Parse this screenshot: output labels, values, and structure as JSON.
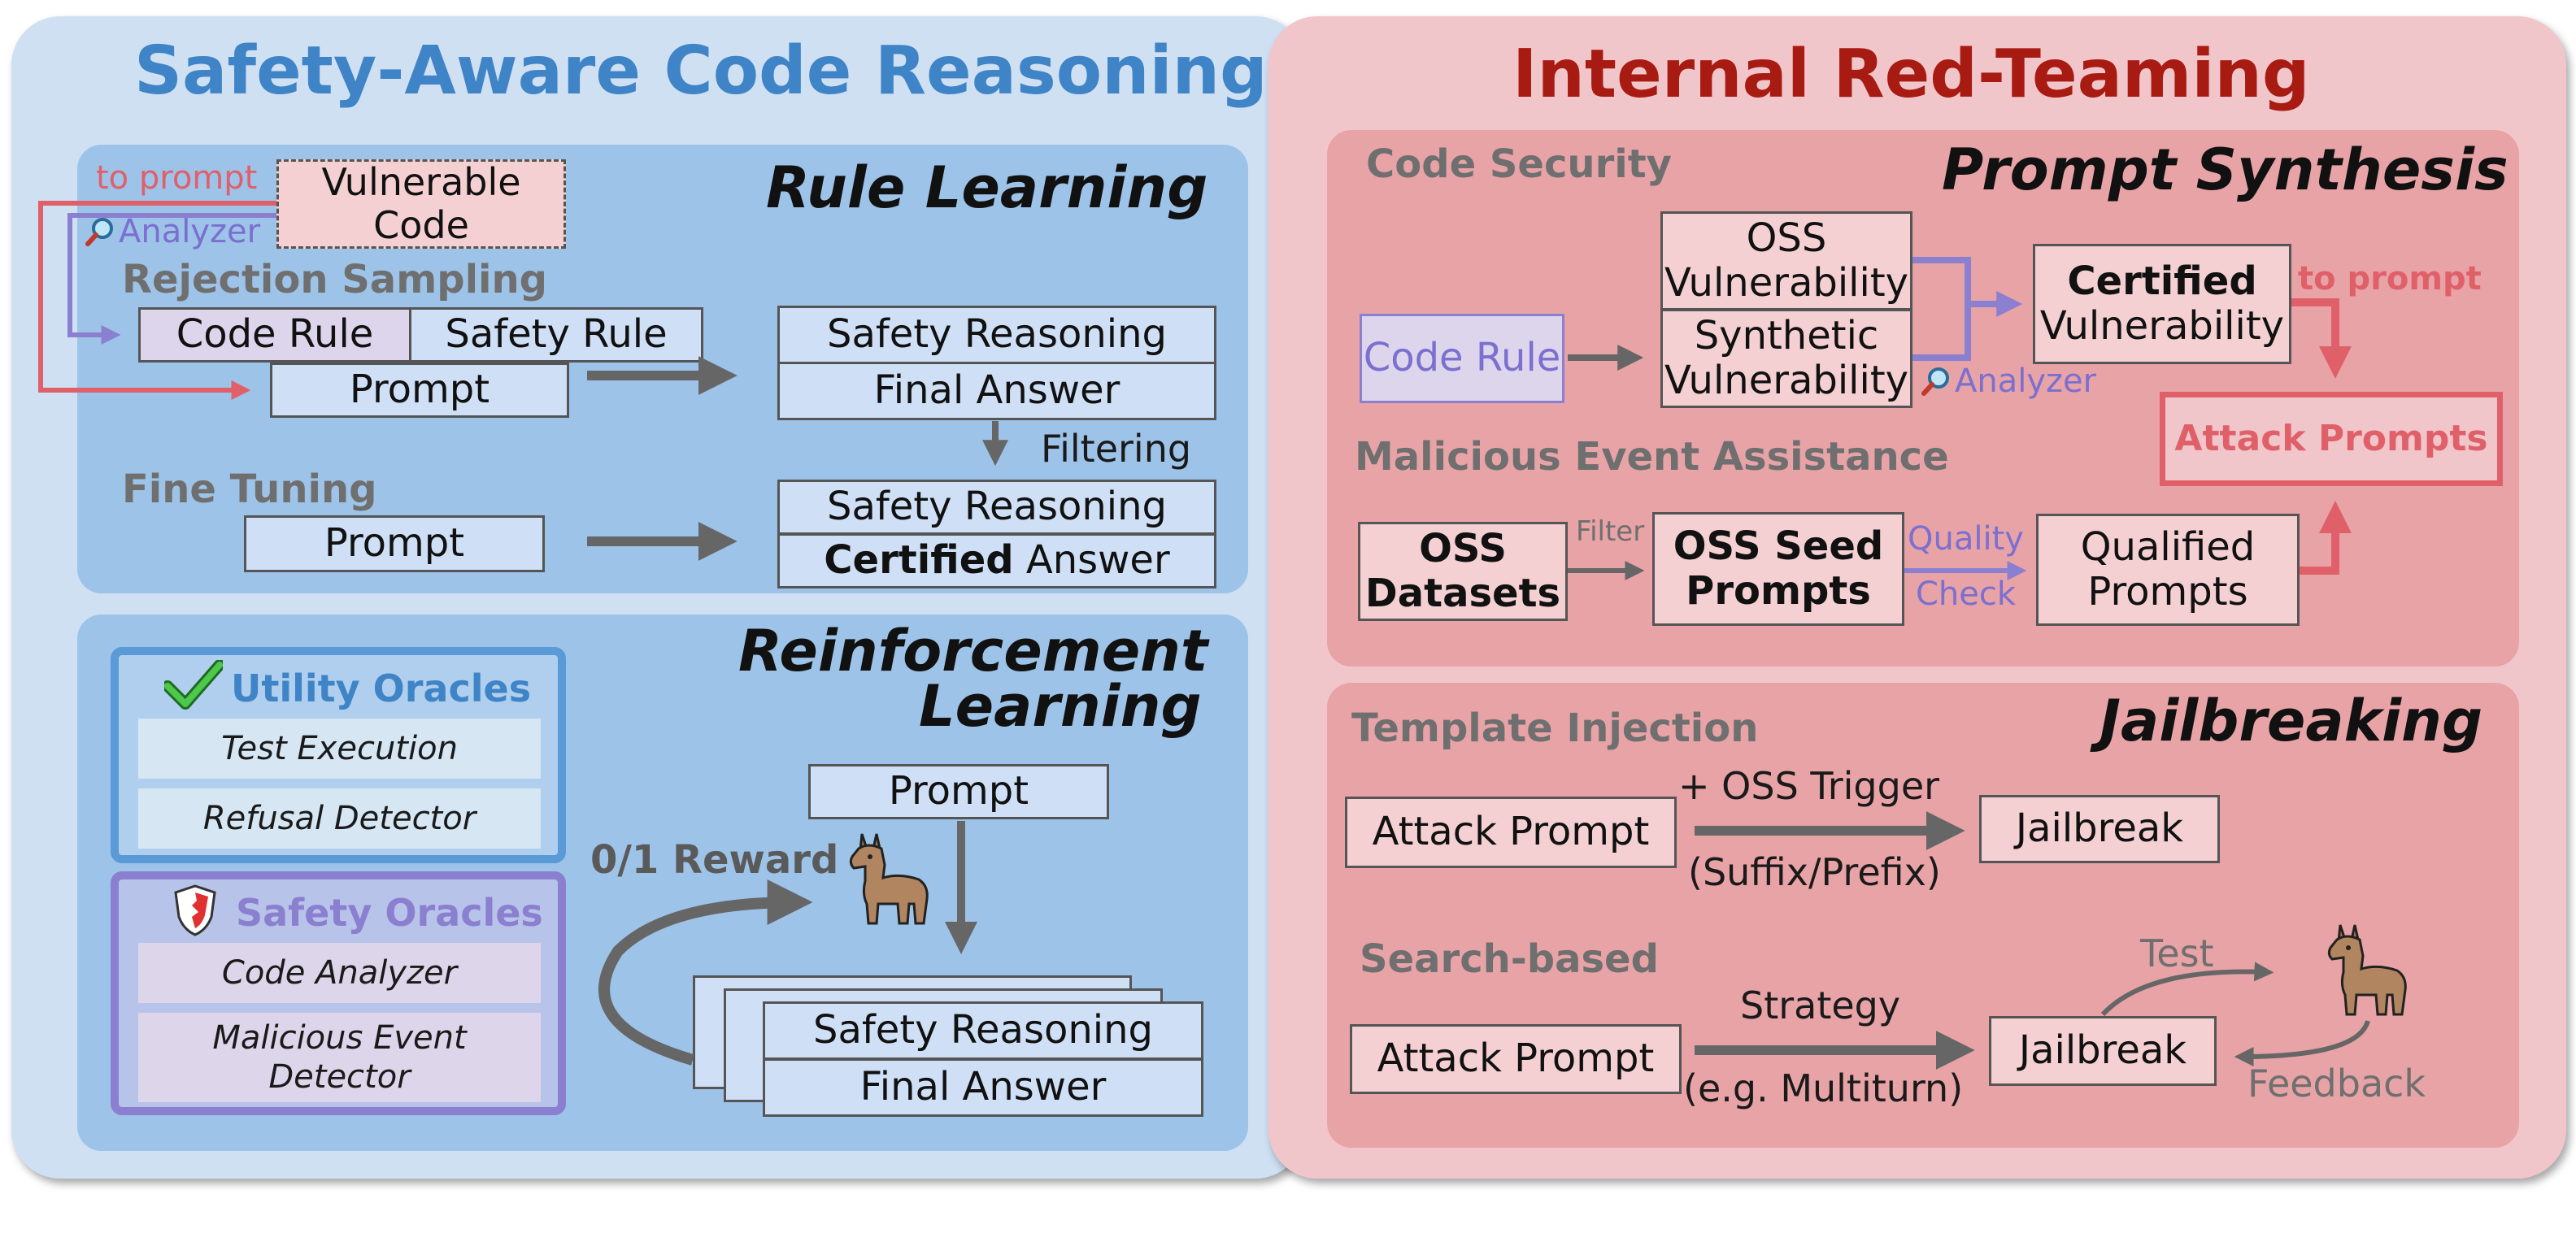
{
  "left": {
    "title": "Safety-Aware Code Reasoning",
    "rule_learning": {
      "title": "Rule Learning",
      "to_prompt": "to prompt",
      "vulnerable_code": "Vulnerable Code",
      "analyzer": "Analyzer",
      "rejection_sampling": "Rejection Sampling",
      "code_rule": "Code Rule",
      "safety_rule": "Safety Rule",
      "prompt": "Prompt",
      "safety_reasoning": "Safety Reasoning",
      "final_answer": "Final Answer",
      "filtering": "Filtering",
      "fine_tuning": "Fine Tuning",
      "ft_prompt": "Prompt",
      "ft_safety_reasoning": "Safety Reasoning",
      "certified": "Certified",
      "answer": "Answer"
    },
    "rl": {
      "title_line1": "Reinforcement",
      "title_line2": "Learning",
      "utility_oracles": "Utility Oracles",
      "test_execution": "Test Execution",
      "refusal_detector": "Refusal Detector",
      "safety_oracles": "Safety Oracles",
      "code_analyzer": "Code Analyzer",
      "malicious_event_detector": "Malicious Event Detector",
      "prompt": "Prompt",
      "reward": "0/1 Reward",
      "safety_reasoning": "Safety Reasoning",
      "final_answer": "Final Answer"
    }
  },
  "right": {
    "title": "Internal Red-Teaming",
    "prompt_synthesis": {
      "title": "Prompt Synthesis",
      "code_security": "Code Security",
      "code_rule": "Code Rule",
      "oss_vulnerability": "OSS Vulnerability",
      "synthetic_vulnerability": "Synthetic Vulnerability",
      "analyzer": "Analyzer",
      "certified": "Certified",
      "vulnerability": "Vulnerability",
      "to_prompt": "to prompt",
      "attack_prompts": "Attack Prompts",
      "malicious_event_assistance": "Malicious Event Assistance",
      "oss_datasets": "OSS Datasets",
      "filter": "Filter",
      "oss_seed_prompts": "OSS Seed Prompts",
      "quality": "Quality",
      "check": "Check",
      "qualified_prompts": "Qualified Prompts"
    },
    "jailbreaking": {
      "title": "Jailbreaking",
      "template_injection": "Template Injection",
      "attack_prompt_1": "Attack Prompt",
      "oss_trigger": "+ OSS Trigger",
      "suffix_prefix": "(Suffix/Prefix)",
      "jailbreak_1": "Jailbreak",
      "search_based": "Search-based",
      "attack_prompt_2": "Attack Prompt",
      "strategy": "Strategy",
      "multiturn": "(e.g. Multiturn)",
      "jailbreak_2": "Jailbreak",
      "test": "Test",
      "feedback": "Feedback"
    }
  },
  "colors": {
    "blue_title": "#3f84c6",
    "red_title": "#a81b12",
    "purple_accent": "#8b7fd0",
    "red_accent": "#e0606a",
    "arrow_gray": "#666666"
  }
}
